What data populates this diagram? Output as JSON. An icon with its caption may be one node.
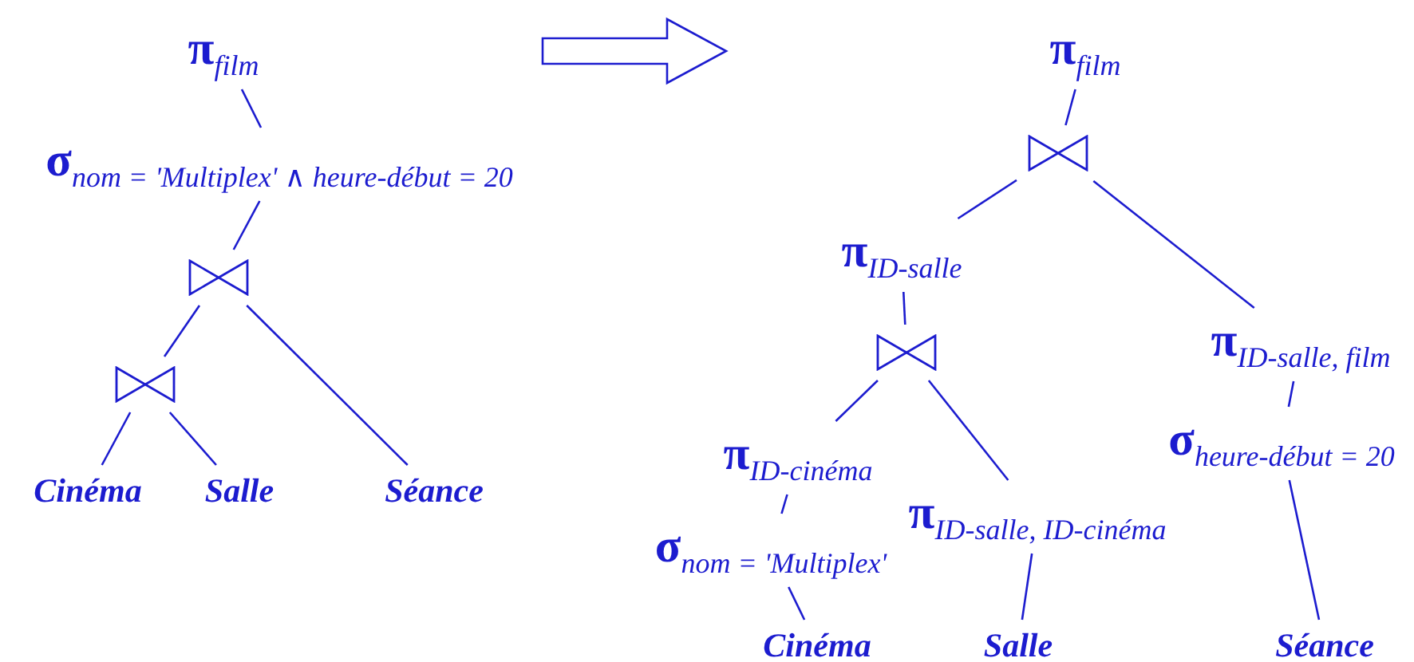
{
  "diagram": {
    "nodes": [
      {
        "text": [
          "π$_{film}$"
        ]
      },
      {
        "text": [
          "σ$_{nom = 'Multiplex' ∧ heure-début = 20}$"
        ]
      },
      {
        "text": [],
        "shape": "bowtie"
      },
      {
        "text": [],
        "shape": "bowtie"
      },
      {
        "text": [
          "Cinéma"
        ]
      },
      {
        "text": [
          "Salle"
        ]
      },
      {
        "text": [
          "Séance"
        ]
      },
      {
        "text": [
          "π$_{film}$"
        ]
      },
      {
        "text": [],
        "shape": "bowtie"
      },
      {
        "text": [
          "π$_{ID-salle}$"
        ]
      },
      {
        "text": [],
        "shape": "bowtie"
      },
      {
        "text": [
          "π$_{ID-cinéma}$"
        ]
      },
      {
        "text": [
          "σ$_{nom = 'Multiplex'}$"
        ]
      },
      {
        "text": [
          "Cinéma"
        ]
      },
      {
        "text": [
          "π$_{ID-salle, ID-cinéma}$"
        ]
      },
      {
        "text": [
          "Salle"
        ]
      },
      {
        "text": [
          "π$_{ID-salle, film}$"
        ]
      },
      {
        "text": [
          "σ$_{heure-début = 20}$"
        ]
      },
      {
        "text": [
          "Séance"
        ]
      }
    ],
    "edges": [
      {
        "from": 0,
        "to": 1,
        "arrow": "none"
      },
      {
        "from": 1,
        "to": 2,
        "arrow": "none"
      },
      {
        "from": 2,
        "to": 3,
        "arrow": "none"
      },
      {
        "from": 2,
        "to": 6,
        "arrow": "none"
      },
      {
        "from": 3,
        "to": 4,
        "arrow": "none"
      },
      {
        "from": 3,
        "to": 5,
        "arrow": "none"
      },
      {
        "from": 7,
        "to": 8,
        "arrow": "none"
      },
      {
        "from": 8,
        "to": 9,
        "arrow": "none"
      },
      {
        "from": 8,
        "to": 16,
        "arrow": "none"
      },
      {
        "from": 9,
        "to": 10,
        "arrow": "none"
      },
      {
        "from": 10,
        "to": 11,
        "arrow": "none"
      },
      {
        "from": 10,
        "to": 14,
        "arrow": "none"
      },
      {
        "from": 11,
        "to": 12,
        "arrow": "none"
      },
      {
        "from": 12,
        "to": 13,
        "arrow": "none"
      },
      {
        "from": 14,
        "to": 15,
        "arrow": "none"
      },
      {
        "from": 16,
        "to": 17,
        "arrow": "none"
      },
      {
        "from": 17,
        "to": 18,
        "arrow": "none"
      }
    ]
  }
}
